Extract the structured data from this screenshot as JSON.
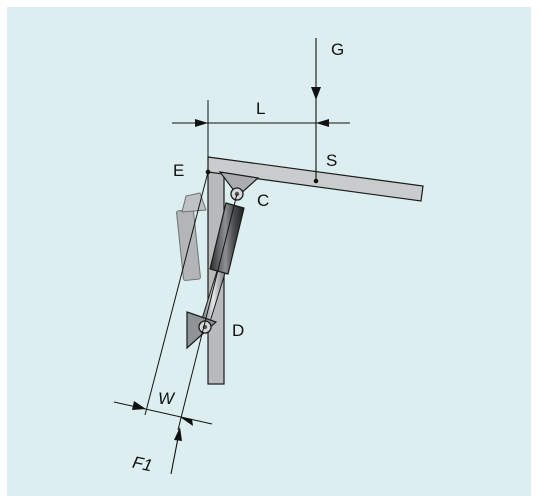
{
  "diagram": {
    "labels": {
      "G": "G",
      "L": "L",
      "S": "S",
      "E": "E",
      "C": "C",
      "D": "D",
      "W": "W",
      "F1": "F1"
    },
    "colors": {
      "background": "#ddeef0",
      "page": "#ffffff",
      "panel_light": "#c4c7c8",
      "panel_shadow": "#a9adae",
      "outline": "#1a1a1a",
      "cylinder_dark": "#2c2d2e",
      "cylinder_light": "#9a9c9e"
    }
  }
}
